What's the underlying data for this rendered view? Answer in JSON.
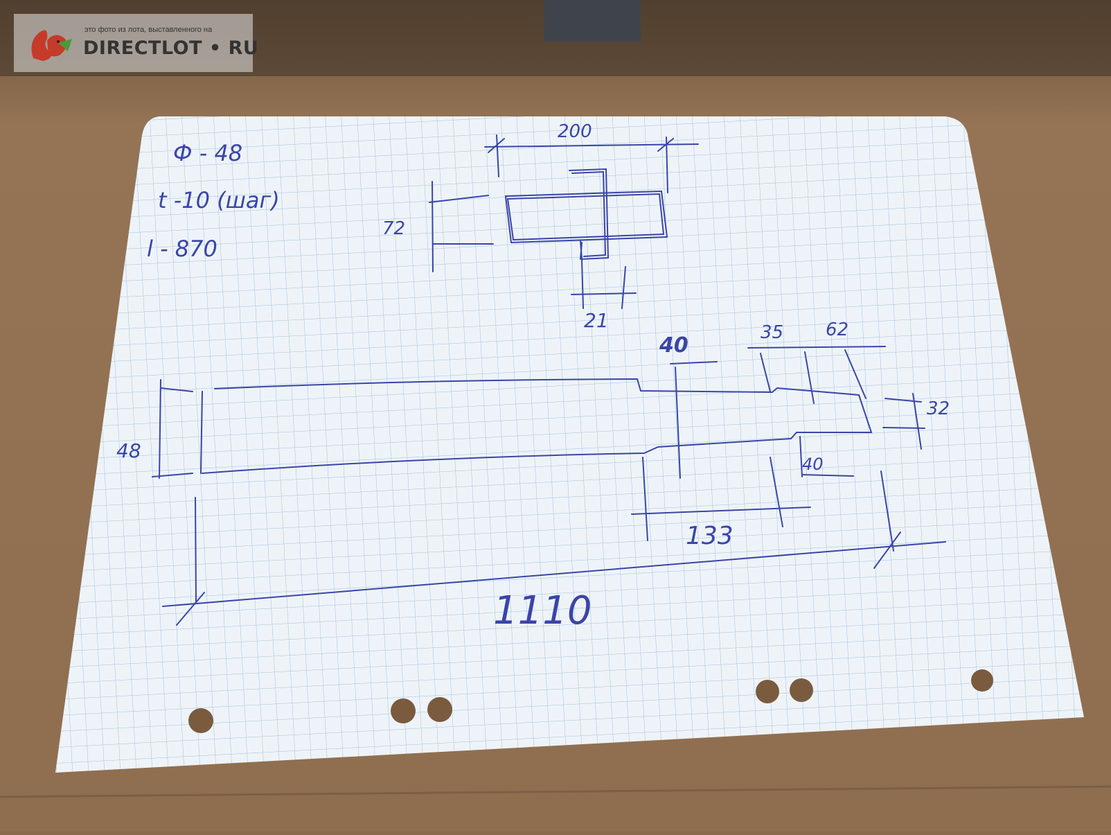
{
  "watermark": {
    "caption": "это фото из лота, выставленного на",
    "brand": "DIRECTLOT • RU"
  },
  "sketch": {
    "notes": {
      "line1": "Ф - 48",
      "line2": "t -10 (шаг)",
      "line3": "l - 870"
    },
    "dimensions": {
      "d200": "200",
      "d72": "72",
      "d21": "21",
      "d40_top": "40",
      "d35": "35",
      "d62": "62",
      "d32": "32",
      "d48": "48",
      "d40_bottom": "40",
      "d133": "133",
      "d1110": "1110"
    }
  },
  "colors": {
    "cardboard": "#8a6a4a",
    "paper": "#eef3f8",
    "grid": "#9fc3dc",
    "ink": "#3a45a8"
  }
}
